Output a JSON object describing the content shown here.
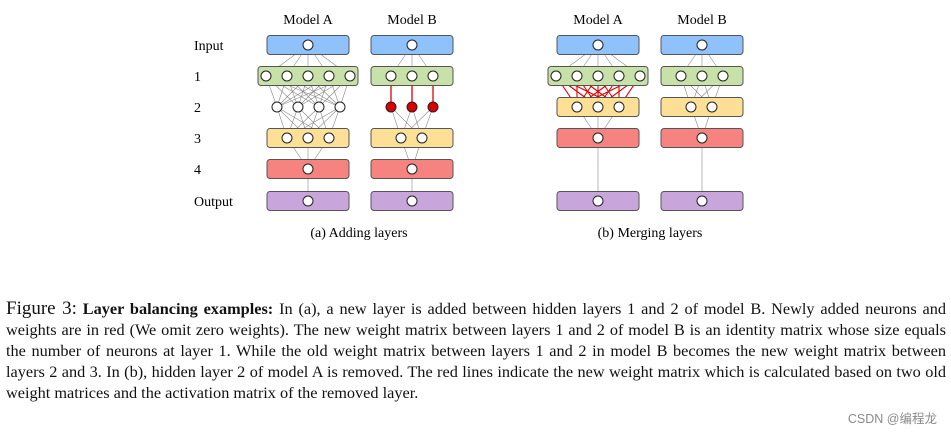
{
  "figure": {
    "left_panel": {
      "model_a_title": "Model A",
      "model_b_title": "Model B",
      "row_labels": [
        "Input",
        "1",
        "2",
        "3",
        "4",
        "Output"
      ],
      "subcaption": "(a) Adding layers"
    },
    "right_panel": {
      "model_a_title": "Model A",
      "model_b_title": "Model B",
      "subcaption": "(b) Merging layers"
    },
    "colors": {
      "input_layer": "#8fc1fb",
      "layer1": "#c7e1a8",
      "layer3": "#fde096",
      "layer4": "#f6837f",
      "output_layer": "#c8a6db",
      "new_elements": "#dd0000",
      "connections": "#888888"
    }
  },
  "caption": {
    "label": "Figure 3:",
    "title": "Layer balancing examples:",
    "body": "In (a), a new layer is added between hidden layers 1 and 2 of model B. Newly added neurons and weights are in red (We omit zero weights). The new weight matrix between layers 1 and 2 of model B is an identity matrix whose size equals the number of neurons at layer 1. While the old weight matrix between layers 1 and 2 in model B becomes the new weight matrix between layers 2 and 3. In (b), hidden layer 2 of model A is removed. The red lines indicate the new weight matrix which is calculated based on two old weight matrices and the activation matrix of the removed layer."
  },
  "watermark": "CSDN @编程龙"
}
